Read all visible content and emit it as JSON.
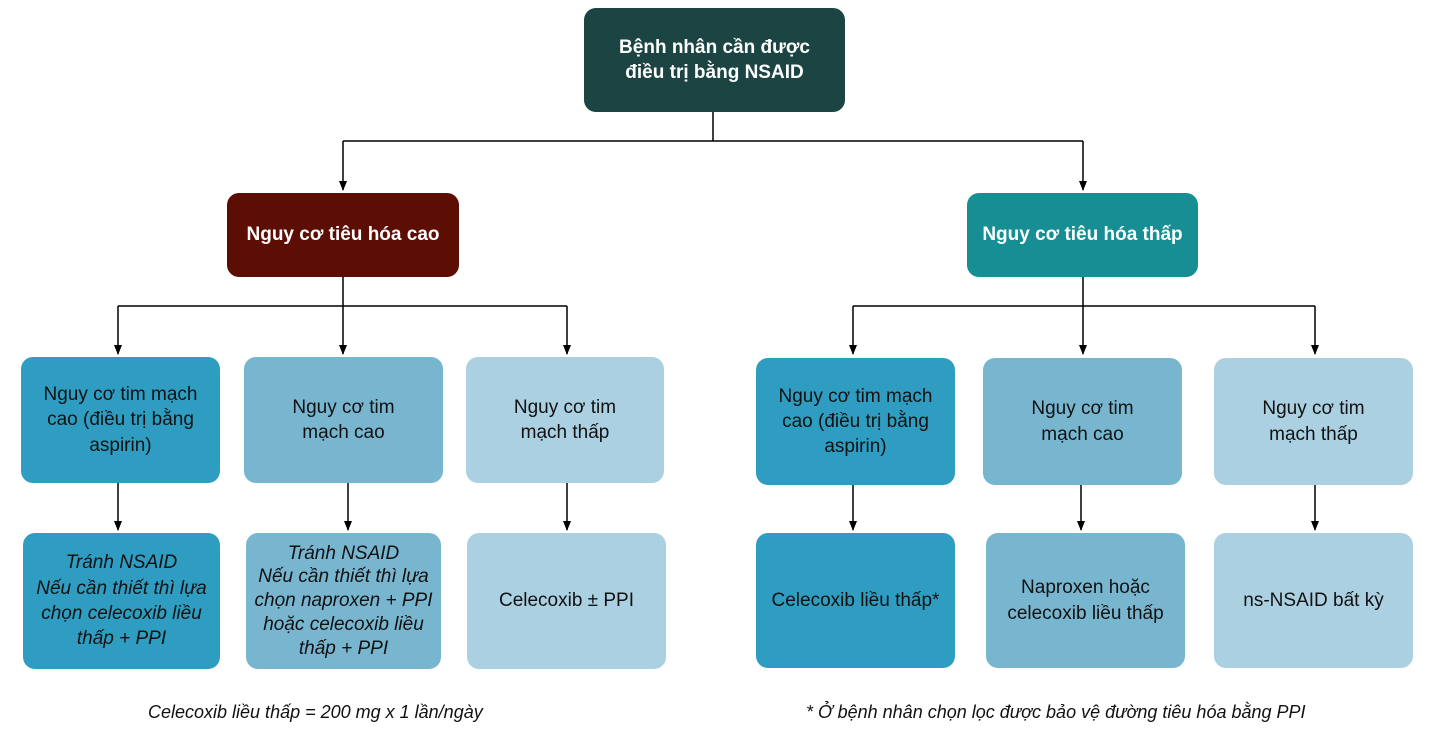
{
  "root": {
    "text": "Bệnh nhân cần được\nđiều trị bằng NSAID"
  },
  "branches": {
    "high": {
      "label": "Nguy cơ tiêu hóa cao",
      "risk": [
        "Nguy cơ tim mạch\ncao (điều trị bằng\naspirin)",
        "Nguy cơ tim\nmạch cao",
        "Nguy cơ tim\nmạch thấp"
      ],
      "advice": [
        "Tránh NSAID\nNếu cần thiết thì lựa\nchọn celecoxib liều\nthấp + PPI",
        "Tránh NSAID\nNếu cần thiết thì lựa\nchọn naproxen + PPI\nhoặc celecoxib liều\nthấp + PPI",
        "Celecoxib ± PPI"
      ]
    },
    "low": {
      "label": "Nguy cơ tiêu hóa thấp",
      "risk": [
        "Nguy cơ tim mạch\ncao (điều trị bằng\naspirin)",
        "Nguy cơ tim\nmạch cao",
        "Nguy cơ tim\nmạch thấp"
      ],
      "advice": [
        "Celecoxib liều thấp*",
        "Naproxen hoặc\ncelecoxib liều thấp",
        "ns-NSAID bất kỳ"
      ]
    }
  },
  "footnotes": {
    "left": "Celecoxib liều thấp = 200 mg x 1 lần/ngày",
    "right": "* Ở bệnh nhân chọn lọc được bảo vệ đường tiêu hóa bằng PPI"
  },
  "colors": {
    "root": "#1c4443",
    "high_risk": "#5d0e04",
    "low_risk": "#178e93",
    "cv_high_aspirin": "#2f9dc1",
    "cv_high": "#78b6d0",
    "cv_low": "#aad0e2"
  }
}
